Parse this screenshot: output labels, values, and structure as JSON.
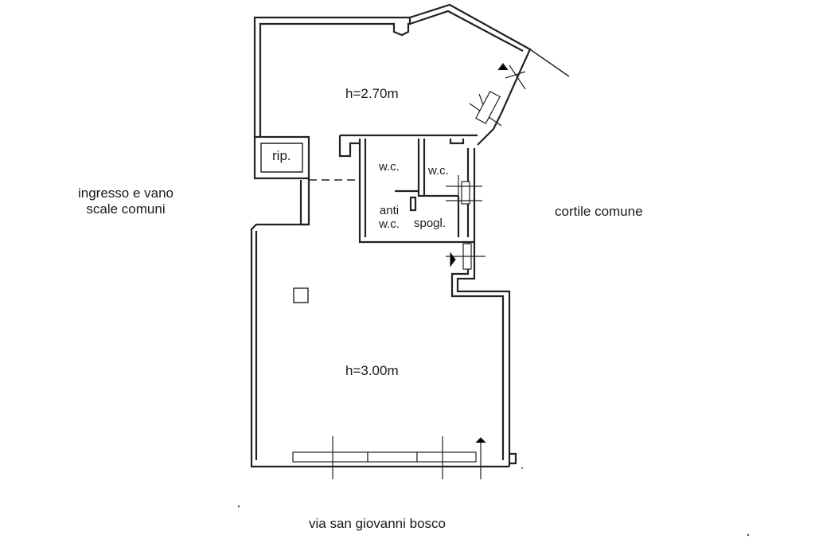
{
  "rooms": {
    "upper_height": "h=2.70m",
    "lower_height": "h=3.00m",
    "storage": "rip.",
    "wc_1": "w.c.",
    "wc_2": "w.c.",
    "ante_wc_line1": "anti",
    "ante_wc_line2": "w.c.",
    "changing_room": "spogl."
  },
  "surroundings": {
    "entrance_line1": "ingresso e vano",
    "entrance_line2": "scale comuni",
    "courtyard": "cortile comune",
    "street": "via san giovanni bosco"
  },
  "colors": {
    "line": "#222222",
    "background": "#ffffff"
  }
}
